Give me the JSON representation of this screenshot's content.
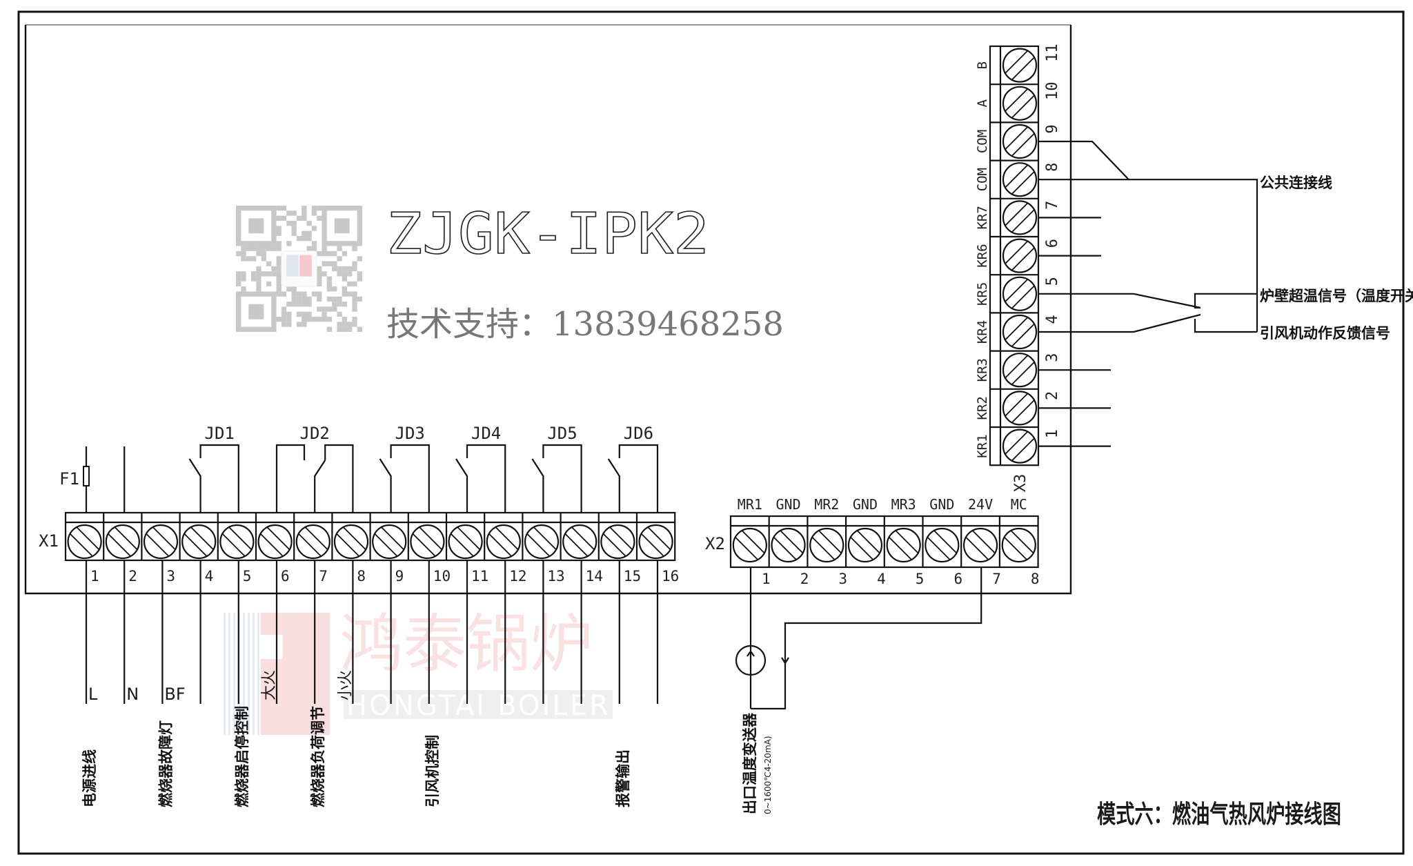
{
  "diagram": {
    "model_name": "ZJGK-IPK2",
    "support_label": "技术支持：",
    "support_phone": "13839468258",
    "title": "模式六：燃油气热风炉接线图",
    "colors": {
      "line": "#111111",
      "qr": "#c8c8c8",
      "watermark_red": "#f5c9cc",
      "watermark_blue": "#dfe6f0",
      "watermark_bar": "#ececec"
    }
  },
  "watermark": {
    "brand_cn": "鸿泰锅炉",
    "brand_en": "HONGTAI BOILER"
  },
  "x1": {
    "label": "X1",
    "pins": [
      "1",
      "2",
      "3",
      "4",
      "5",
      "6",
      "7",
      "8",
      "9",
      "10",
      "11",
      "12",
      "13",
      "14",
      "15",
      "16"
    ],
    "fuse_label": "F1",
    "relays": [
      {
        "label": "JD1",
        "pins": [
          4,
          5
        ],
        "type": "NO"
      },
      {
        "label": "JD2",
        "pins": [
          6,
          7,
          8
        ],
        "type": "changeover"
      },
      {
        "label": "JD3",
        "pins": [
          9,
          10
        ],
        "type": "NO"
      },
      {
        "label": "JD4",
        "pins": [
          11,
          12
        ],
        "type": "NO"
      },
      {
        "label": "JD5",
        "pins": [
          13,
          14
        ],
        "type": "NO"
      },
      {
        "label": "JD6",
        "pins": [
          15,
          16
        ],
        "type": "NO"
      }
    ],
    "wire_tags": [
      {
        "pin": 1,
        "text": "L"
      },
      {
        "pin": 2,
        "text": "N"
      },
      {
        "pin": 3,
        "text": "BF"
      },
      {
        "pin": 6,
        "text": "大火",
        "rotated": true
      },
      {
        "pin": 8,
        "text": "小火",
        "rotated": true
      }
    ],
    "functions": [
      {
        "pin": 1,
        "text": "电源进线"
      },
      {
        "pin": 3,
        "text": "燃烧器故障灯"
      },
      {
        "pin": 5,
        "text": "燃烧器启停控制"
      },
      {
        "pin": 7,
        "text": "燃烧器负荷调节"
      },
      {
        "pin": 10,
        "text": "引风机控制"
      },
      {
        "pin": 15,
        "text": "报警输出"
      }
    ]
  },
  "x2": {
    "label": "X2",
    "pins": [
      "1",
      "2",
      "3",
      "4",
      "5",
      "6",
      "7",
      "8"
    ],
    "signals": [
      "MR1",
      "GND",
      "MR2",
      "GND",
      "MR3",
      "GND",
      "24V",
      "MC"
    ],
    "transmitter": {
      "name": "出口温度变送器",
      "spec": "0~1600℃4-20mA)"
    }
  },
  "x3": {
    "label": "X3",
    "pins": [
      "1",
      "2",
      "3",
      "4",
      "5",
      "6",
      "7",
      "8",
      "9",
      "10",
      "11"
    ],
    "signals": [
      "KR1",
      "KR2",
      "KR3",
      "KR4",
      "KR5",
      "KR6",
      "KR7",
      "COM",
      "COM",
      "A",
      "B"
    ],
    "annotations": {
      "common": "公共连接线",
      "overtemp": "炉壁超温信号（温度开关）",
      "fan_feedback": "引风机动作反馈信号"
    }
  }
}
